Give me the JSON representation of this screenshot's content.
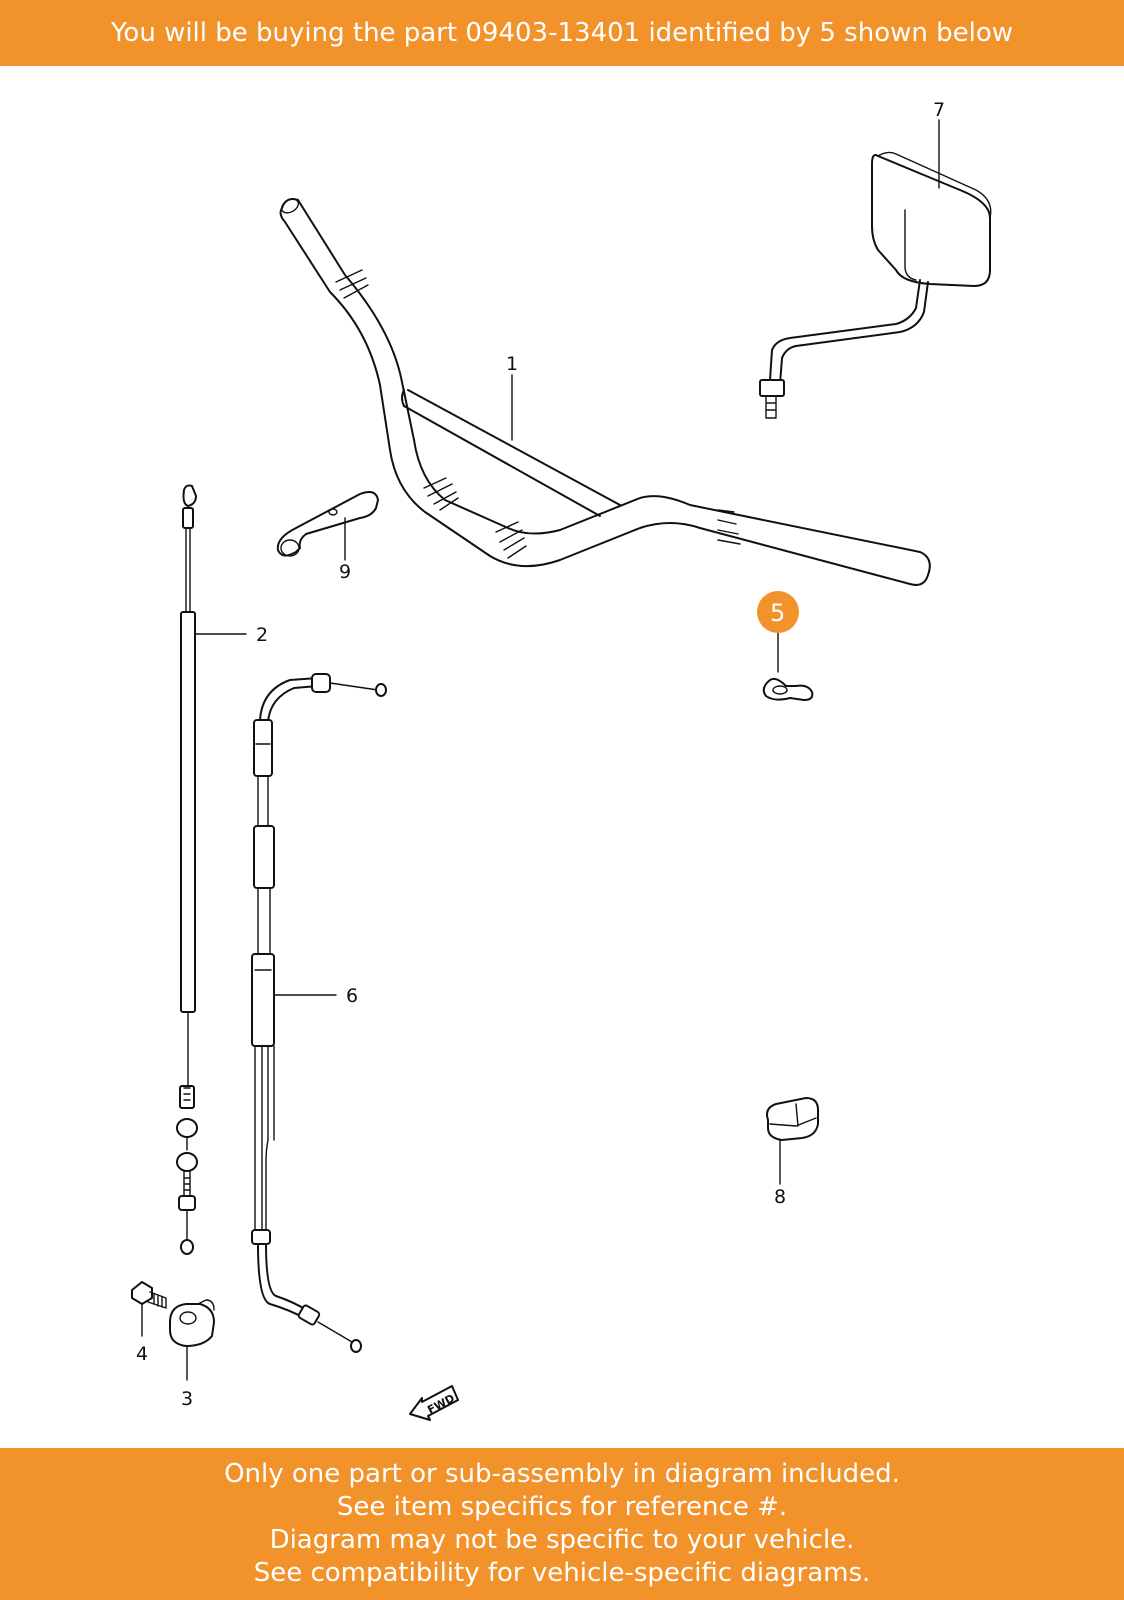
{
  "header": {
    "text": "You will be buying the part 09403-13401 identified by 5 shown below"
  },
  "footer": {
    "lines": [
      "Only one part or sub-assembly in diagram included.",
      "See item specifics for reference #.",
      "Diagram may not be specific to your vehicle.",
      "See compatibility for vehicle-specific diagrams."
    ]
  },
  "diagram": {
    "highlight_color": "#f2922b",
    "highlighted_callout": "5",
    "callouts": [
      "1",
      "2",
      "3",
      "4",
      "5",
      "6",
      "7",
      "8",
      "9"
    ],
    "fwd_label": "FWD"
  }
}
